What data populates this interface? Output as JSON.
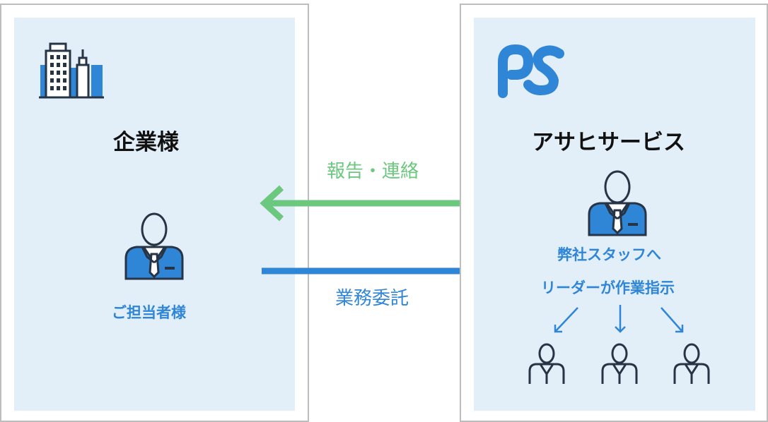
{
  "client": {
    "title": "企業様",
    "person_label": "ご担当者様"
  },
  "company": {
    "title": "アサヒサービス",
    "instruction_lines": [
      "弊社スタッフへ",
      "リーダーが作業指示"
    ]
  },
  "flows": {
    "report_label": "報告・連絡",
    "outsource_label": "業務委託"
  },
  "colors": {
    "panel_fill": "#e2eef8",
    "panel_border": "#bdbdbd",
    "accent_blue": "#2f86d6",
    "accent_green": "#6cc77f",
    "icon_dark": "#273445"
  },
  "icons": {
    "client_logo": "city-buildings-icon",
    "company_logo": "ps-logo-icon",
    "person": "businessman-icon",
    "staff": "staff-person-icon"
  }
}
